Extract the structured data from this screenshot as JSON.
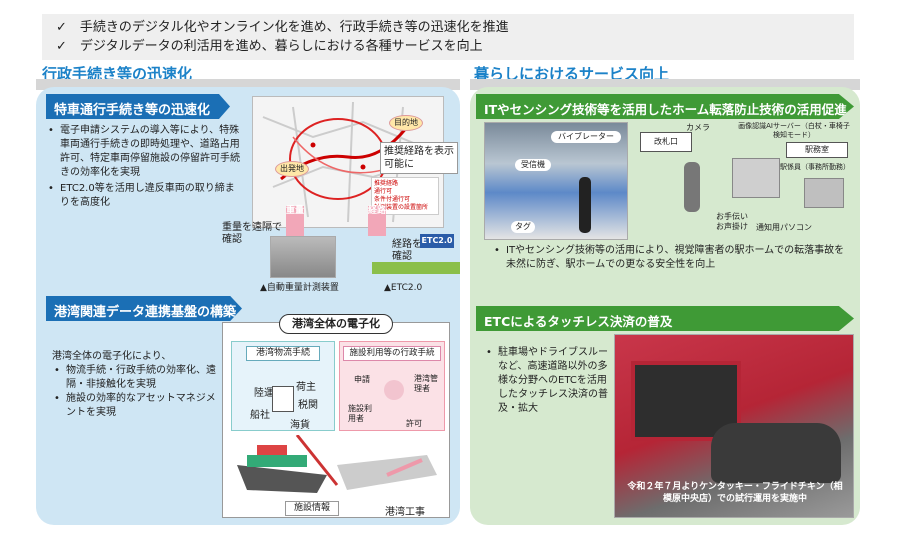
{
  "top_points": [
    "✓　手続きのデジタル化やオンライン化を進め、行政手続き等の迅速化を推進",
    "✓　デジタルデータの利活用を進め、暮らしにおける各種サービスを向上"
  ],
  "left": {
    "section_title": "行政手続き等の迅速化",
    "block1": {
      "heading": "特車通行手続き等の迅速化",
      "bullets": [
        "電子申請システムの導入等により、特殊車両通行手続きの即時処理や、道路占用許可、特定車両停留施設の停留許可手続きの効率化を実現",
        "ETC2.0等を活用し違反車両の取り締まりを高度化"
      ],
      "map_labels": {
        "origin": "出発地",
        "destination": "目的地",
        "route_note": "推奨経路を表示可能に",
        "legend": [
          "推奨経路",
          "通行可",
          "条件付通行可",
          "計測装置の設置箇所"
        ],
        "weight_label": "重量",
        "route_label": "経路",
        "weight_remote": "重量を遠隔で確認",
        "route_remote": "経路を遠隔で確認",
        "etc_badge": "ETC2.0"
      },
      "captions": [
        "▲自動重量計測装置",
        "▲ETC2.0"
      ]
    },
    "block2": {
      "heading": "港湾関連データ連携基盤の構築",
      "intro": "港湾全体の電子化により、",
      "bullets": [
        "物流手続・行政手続の効率化、遠隔・非接触化を実現",
        "施設の効率的なアセットマネジメントを実現"
      ],
      "diagram": {
        "title": "港湾全体の電子化",
        "logistics": "港湾物流手続",
        "admin": "施設利用等の行政手続",
        "roles_logistics": [
          "陸運",
          "荷主",
          "船社",
          "税関",
          "海貨"
        ],
        "roles_admin": [
          "申請",
          "港湾管理者",
          "施設利用者",
          "許可"
        ],
        "facility_info": "施設情報",
        "port_works": "港湾工事"
      }
    }
  },
  "right": {
    "section_title": "暮らしにおけるサービス向上",
    "block1": {
      "heading": "ITやセンシング技術等を活用したホーム転落防止技術の活用促進",
      "labels": {
        "vibrator": "バイブレーター",
        "receiver": "受信機",
        "tag": "タグ",
        "camera": "カメラ",
        "gate": "改札口",
        "ai_server": "画像認識AIサーバー（白杖・車椅子検知モード）",
        "station_office": "駅務室",
        "staff": "駅係員（事務所勤務）",
        "help": "お手伝い",
        "help2": "お声掛け",
        "pc": "通知用パソコン"
      },
      "bullets": [
        "ITやセンシング技術等の活用により、視覚障害者の駅ホームでの転落事故を未然に防ぎ、駅ホームでの更なる安全性を向上"
      ]
    },
    "block2": {
      "heading": "ETCによるタッチレス決済の普及",
      "bullets": [
        "駐車場やドライブスルーなど、高速道路以外の多様な分野へのETCを活用したタッチレス決済の普及・拡大"
      ],
      "photo_caption": "令和２年７月よりケンタッキー・フライドチキン（相模原中央店）での試行運用を実施中"
    }
  },
  "colors": {
    "accent_blue": "#1b6fb5",
    "accent_green": "#3f9a36",
    "section_title": "#1c82c8"
  }
}
